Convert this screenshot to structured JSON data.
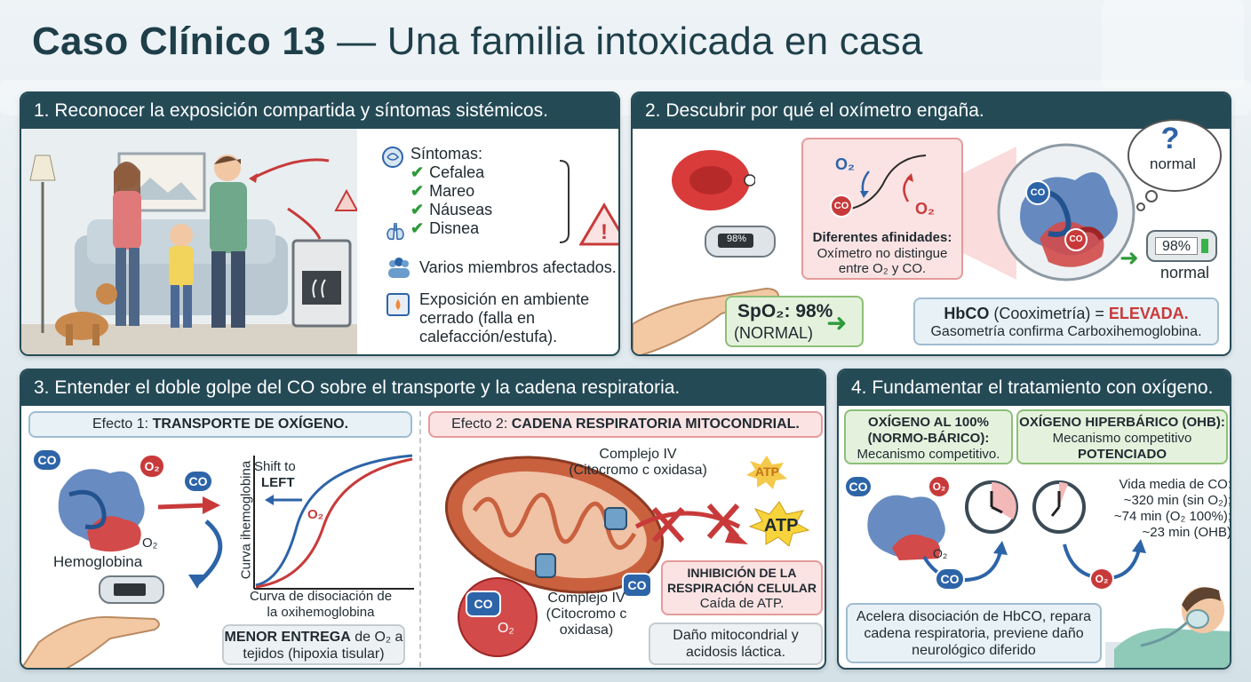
{
  "title": {
    "bold": "Caso Clínico 13",
    "rest": " — Una familia intoxicada en casa"
  },
  "panel1": {
    "header": "1. Reconocer la exposición compartida y síntomas sistémicos.",
    "symptoms_label": "Síntomas:",
    "symptoms": [
      "Cefalea",
      "Mareo",
      "Náuseas",
      "Disnea"
    ],
    "members": "Varios miembros afectados.",
    "exposure": "Exposición en ambiente cerrado (falla en calefacción/estufa)."
  },
  "panel2": {
    "header": "2. Descubrir por qué el oxímetro engaña.",
    "o2": "O₂",
    "co": "CO",
    "affinity_title": "Diferentes afinidades:",
    "affinity_text": "Oxímetro no distingue entre O₂ y CO.",
    "question": "?",
    "normal_thought": "normal",
    "monitor_value": "98%",
    "normal_label": "normal",
    "oximeter_display": "98%",
    "spo2_value": "SpO₂: 98%",
    "spo2_note": "(NORMAL)",
    "hbco_lead": "HbCO",
    "hbco_method": " (Cooximetría) = ",
    "hbco_status": "ELEVADA.",
    "hbco_confirm": "Gasometría confirma Carboxihemoglobina."
  },
  "panel3": {
    "header": "3. Entender el doble golpe del CO sobre el transporte y la cadena respiratoria.",
    "effect1_prefix": "Efecto 1: ",
    "effect1_bold": "TRANSPORTE DE OXÍGENO.",
    "effect2_prefix": "Efecto 2: ",
    "effect2_bold": "CADENA RESPIRATORIA MITOCONDRIAL.",
    "co": "CO",
    "o2": "O₂",
    "hemoglobina": "Hemoglobina",
    "shift": "Shift to",
    "left": "LEFT",
    "curve_y": "Curva ihemoglobina",
    "curve_caption": "Curva de disociación de la oxihemoglobina",
    "menor_bold": "MENOR ENTREGA",
    "menor_rest": " de O₂ a tejidos (hipoxia tisular)",
    "complejo_top": "Complejo IV",
    "complejo_top_sub": "(Citocromo c oxidasa)",
    "complejo_bottom": "Complejo IV",
    "complejo_bottom_sub": "(Citocromo c oxidasa)",
    "atp": "ATP",
    "inhib_title": "INHIBICIÓN DE LA RESPIRACIÓN CELULAR",
    "inhib_text": "Caída de ATP.",
    "damage": "Daño mitocondrial y acidosis láctica."
  },
  "panel4": {
    "header": "4. Fundamentar el tratamiento con oxígeno.",
    "normo_title": "OXÍGENO AL 100% (NORMO-BÁRICO):",
    "normo_text": "Mecanismo competitivo.",
    "hiper_title": "OXÍGENO HIPERBÁRICO (OHB):",
    "hiper_text": "Mecanismo competitivo",
    "hiper_bold": "POTENCIADO",
    "half_life_title": "Vida media de CO:",
    "half_life": [
      "~320 min (sin O₂);",
      "~74 min (O₂ 100%);",
      "~23 min (OHB)"
    ],
    "co": "CO",
    "o2": "O₂",
    "summary": "Acelera disociación de HbCO, repara cadena respiratoria, previene daño neurológico diferido"
  },
  "colors": {
    "header": "#244a56",
    "red": "#c83a3a",
    "blue": "#2d64a8",
    "green": "#2f9a3b"
  }
}
